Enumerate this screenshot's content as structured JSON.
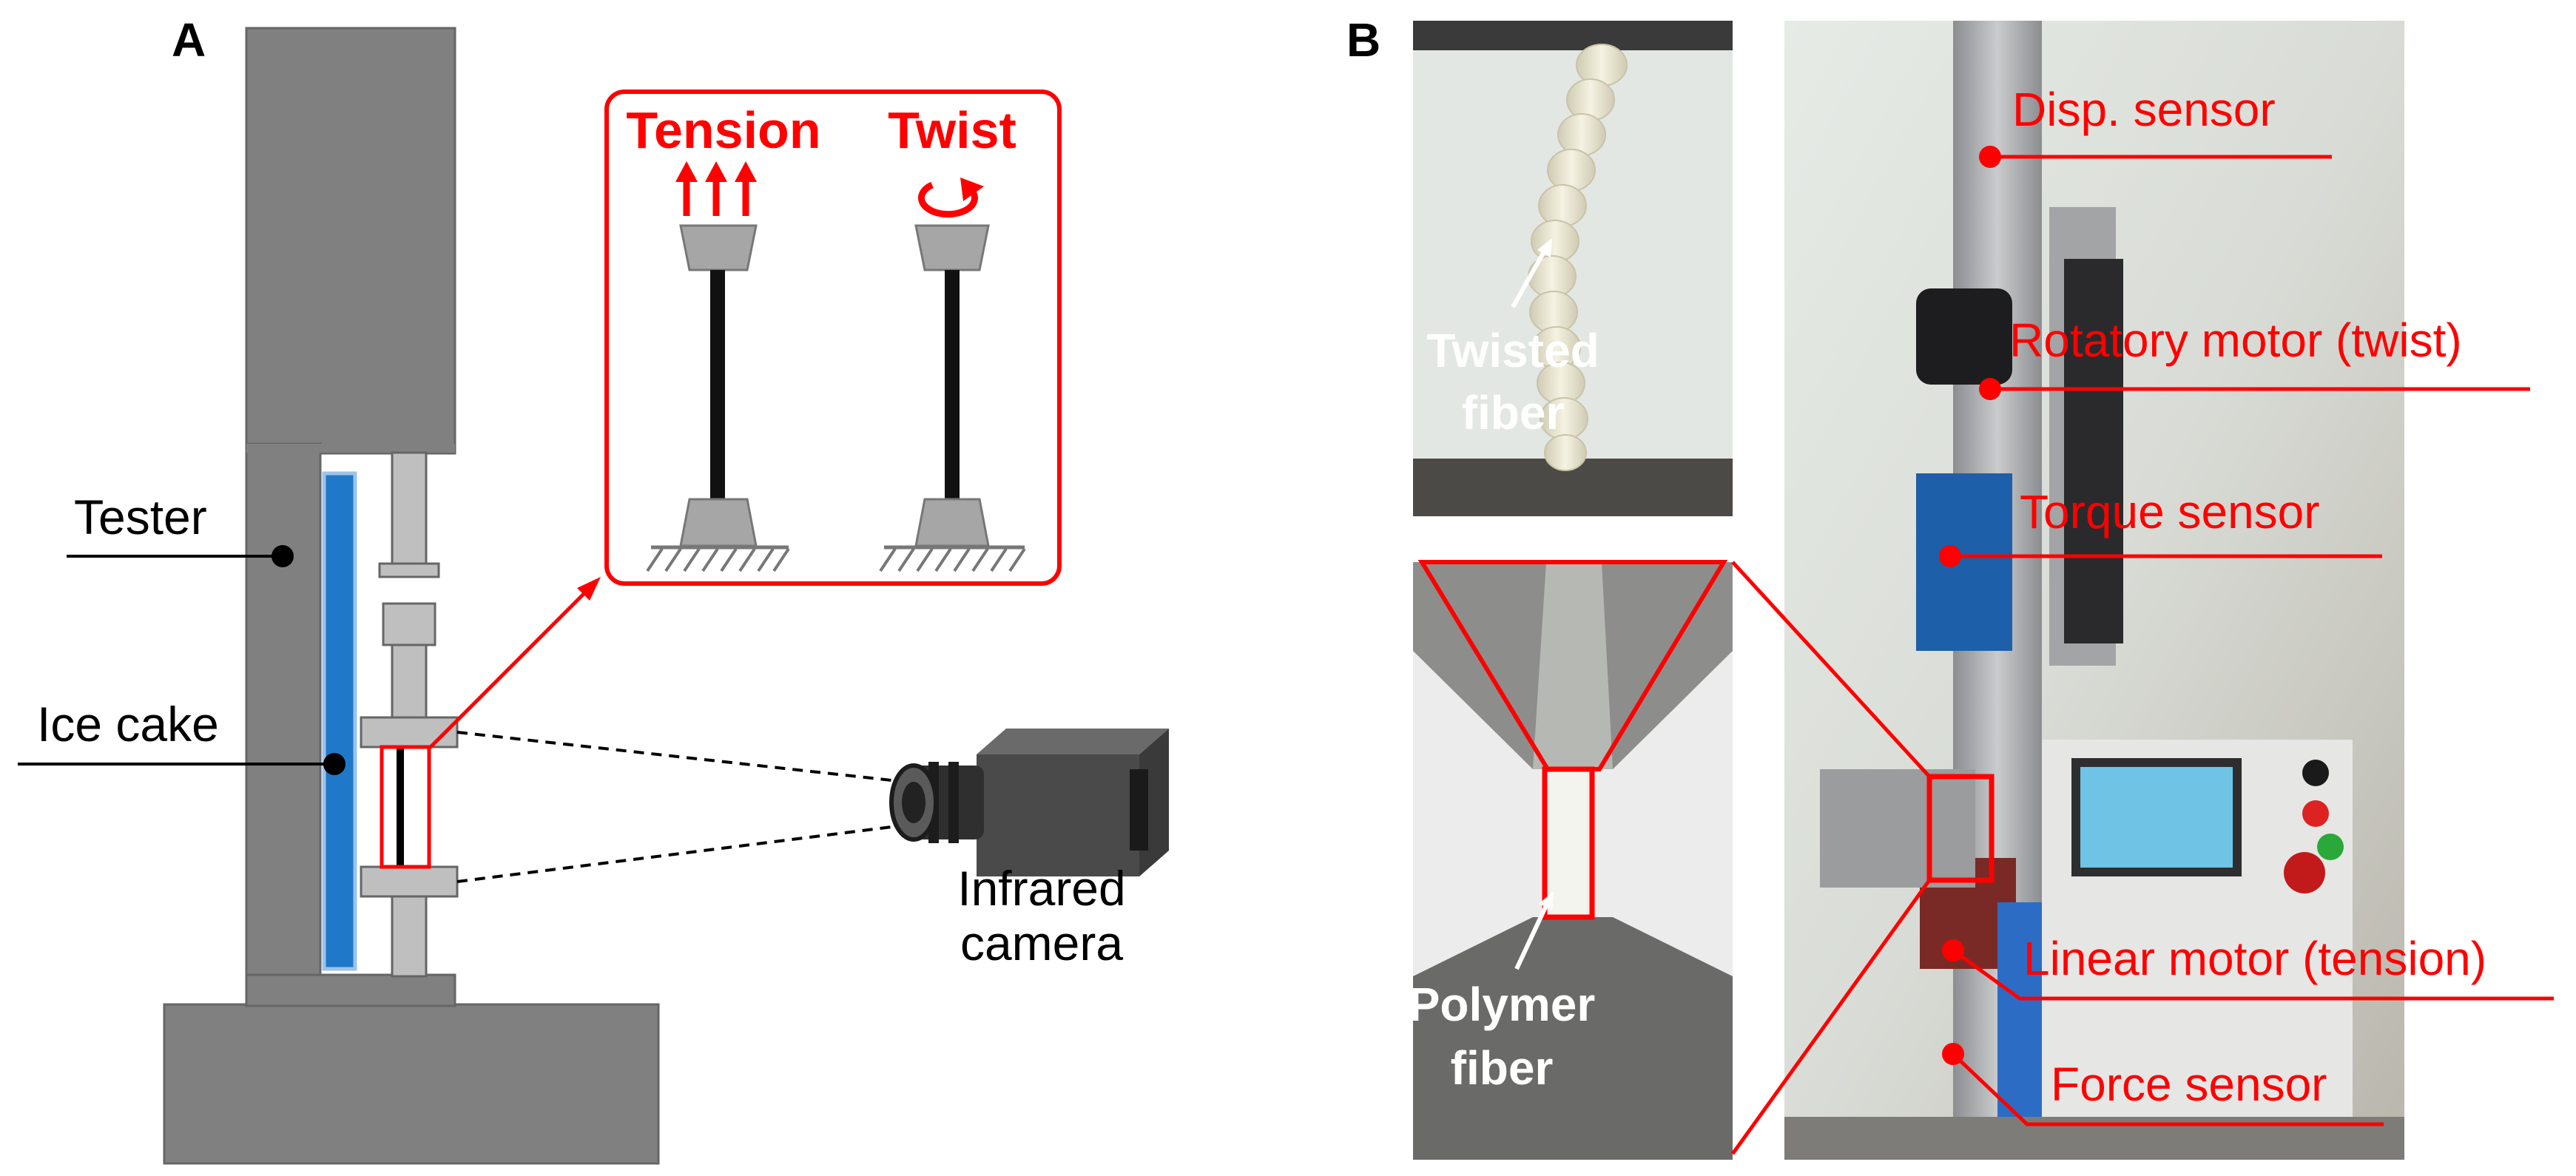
{
  "panel_a": {
    "label": "A",
    "tester_label": "Tester",
    "ice_cake_label": "Ice cake",
    "camera_label_line1": "Infrared",
    "camera_label_line2": "camera",
    "inset": {
      "tension_label": "Tension",
      "twist_label": "Twist"
    }
  },
  "panel_b": {
    "label": "B",
    "photo_top_label_line1": "Twisted",
    "photo_top_label_line2": "fiber",
    "photo_bottom_label_line1": "Polymer",
    "photo_bottom_label_line2": "fiber",
    "callouts": [
      {
        "label": "Disp. sensor"
      },
      {
        "label": "Rotatory motor (twist)"
      },
      {
        "label": "Torque sensor"
      },
      {
        "label": "Linear motor (tension)"
      },
      {
        "label": "Force sensor"
      }
    ]
  },
  "colors": {
    "accent": "#ff0000",
    "tester_gray": "#7f7f7f",
    "ice_blue": "#1f78c8",
    "light_gray": "#bfbfbf"
  }
}
